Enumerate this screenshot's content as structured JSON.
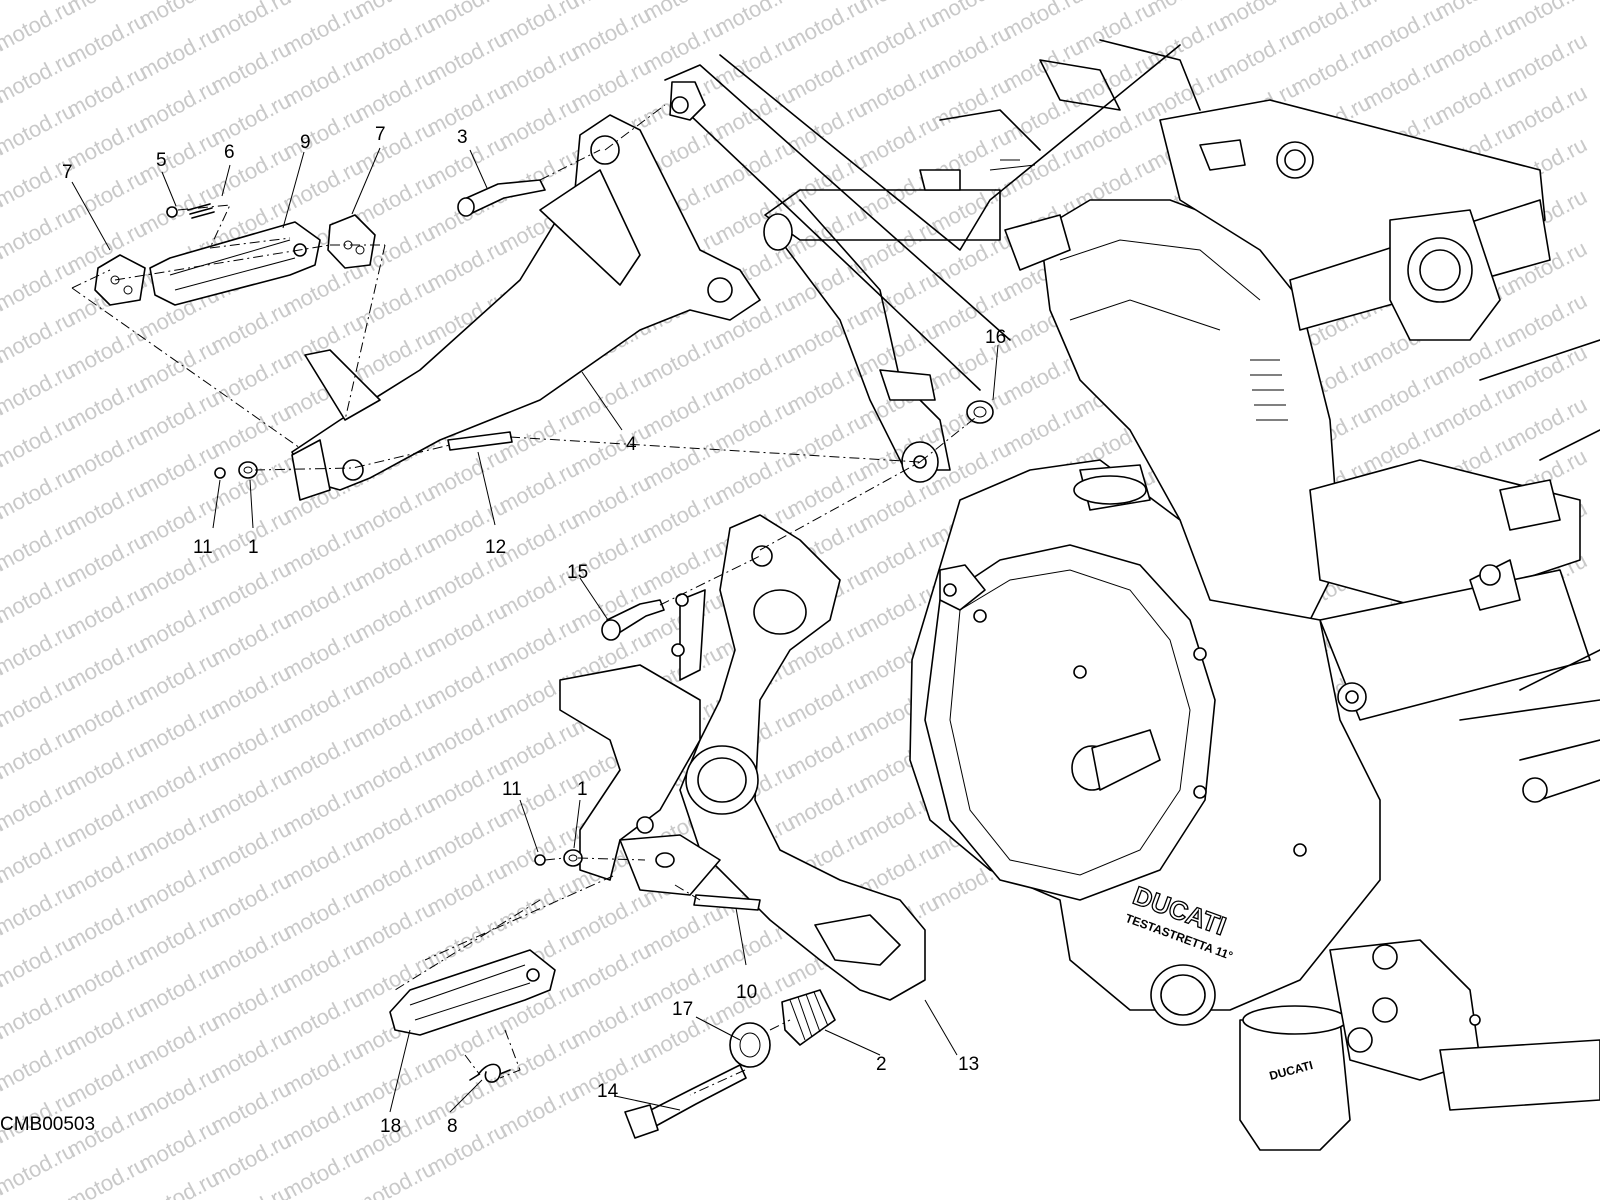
{
  "watermark": {
    "text": "motod.ru"
  },
  "drawing_code": "CMB00503",
  "engine_logo": {
    "brand": "DUCATI",
    "model": "TESTASTRETTA 11°",
    "sump_brand": "DUCATI"
  },
  "callouts": [
    {
      "number": "1"
    },
    {
      "number": "1"
    },
    {
      "number": "2"
    },
    {
      "number": "3"
    },
    {
      "number": "4"
    },
    {
      "number": "5"
    },
    {
      "number": "6"
    },
    {
      "number": "7"
    },
    {
      "number": "7"
    },
    {
      "number": "8"
    },
    {
      "number": "9"
    },
    {
      "number": "10"
    },
    {
      "number": "11"
    },
    {
      "number": "11"
    },
    {
      "number": "12"
    },
    {
      "number": "13"
    },
    {
      "number": "14"
    },
    {
      "number": "15"
    },
    {
      "number": "16"
    },
    {
      "number": "17"
    },
    {
      "number": "18"
    }
  ]
}
